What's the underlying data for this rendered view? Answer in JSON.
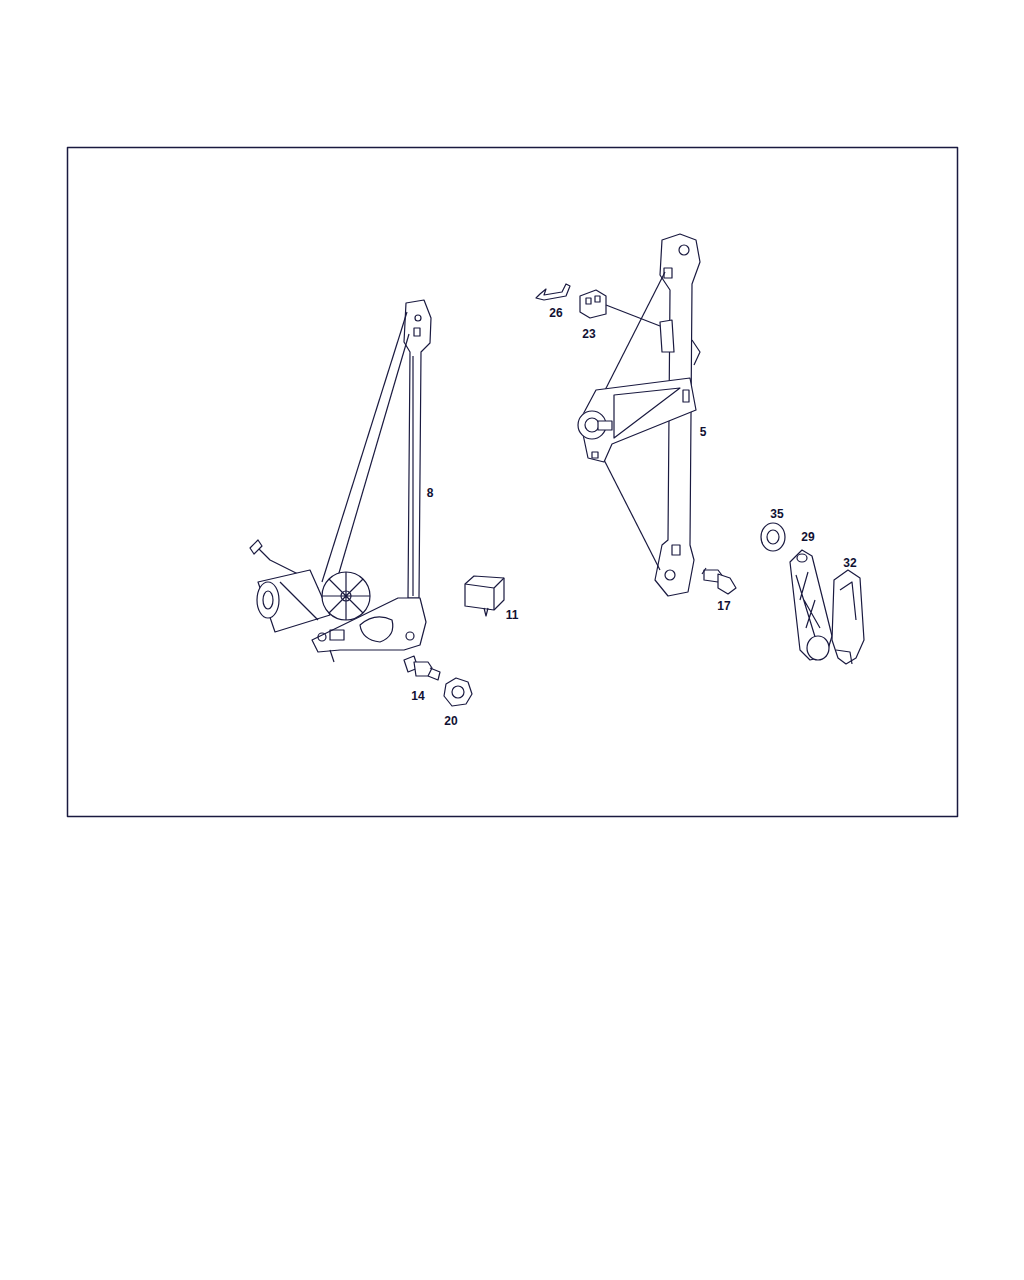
{
  "diagram": {
    "labels": [
      "26",
      "23",
      "5",
      "8",
      "35",
      "29",
      "32",
      "11",
      "17",
      "14",
      "20"
    ]
  }
}
